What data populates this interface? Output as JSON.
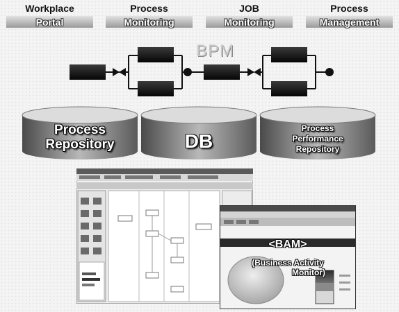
{
  "header": {
    "items": [
      {
        "line1": "Workplace",
        "line2": "Portal"
      },
      {
        "line1": "Process",
        "line2": "Monitoring"
      },
      {
        "line1": "JOB",
        "line2": "Monitoring"
      },
      {
        "line1": "Process",
        "line2": "Management"
      }
    ]
  },
  "bpm": {
    "title": "BPM"
  },
  "repositories": [
    {
      "line1": "Process",
      "line2": "Repository",
      "line3": ""
    },
    {
      "line1": "DB",
      "line2": "",
      "line3": ""
    },
    {
      "line1": "Process",
      "line2": "Performance",
      "line3": "Repository"
    }
  ],
  "bam": {
    "title": "<BAM>",
    "line1": "(Business Activity",
    "line2": "Monitor)"
  }
}
